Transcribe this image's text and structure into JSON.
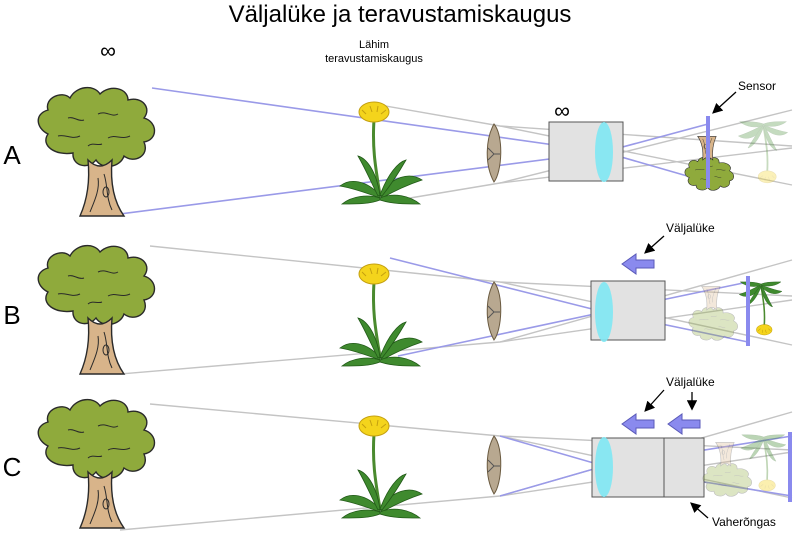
{
  "title": "Väljalüke ja teravustamiskaugus",
  "infinity_symbol": "∞",
  "nearest_focus_label": [
    "Lähim",
    "teravustamiskaugus"
  ],
  "rows": [
    {
      "label": "A"
    },
    {
      "label": "B"
    },
    {
      "label": "C"
    }
  ],
  "annotations": {
    "sensor": "Sensor",
    "extension_b": "Väljalüke",
    "extension_c": "Väljalüke",
    "spacer_ring": "Vaherõngas"
  },
  "colors": {
    "tree": "#8faa3c",
    "tree_outline": "#2a2a2a",
    "trunk": "#d8b48a",
    "dandelion_leaf": "#3f8a2e",
    "dandelion_flower": "#f4d41c",
    "lens": "#7fe8f4",
    "lens_box": "#e2e2e2",
    "sensor": "#8a8aee",
    "ray_blue": "#9a9ae8",
    "ray_gray": "#c4c4c4"
  }
}
